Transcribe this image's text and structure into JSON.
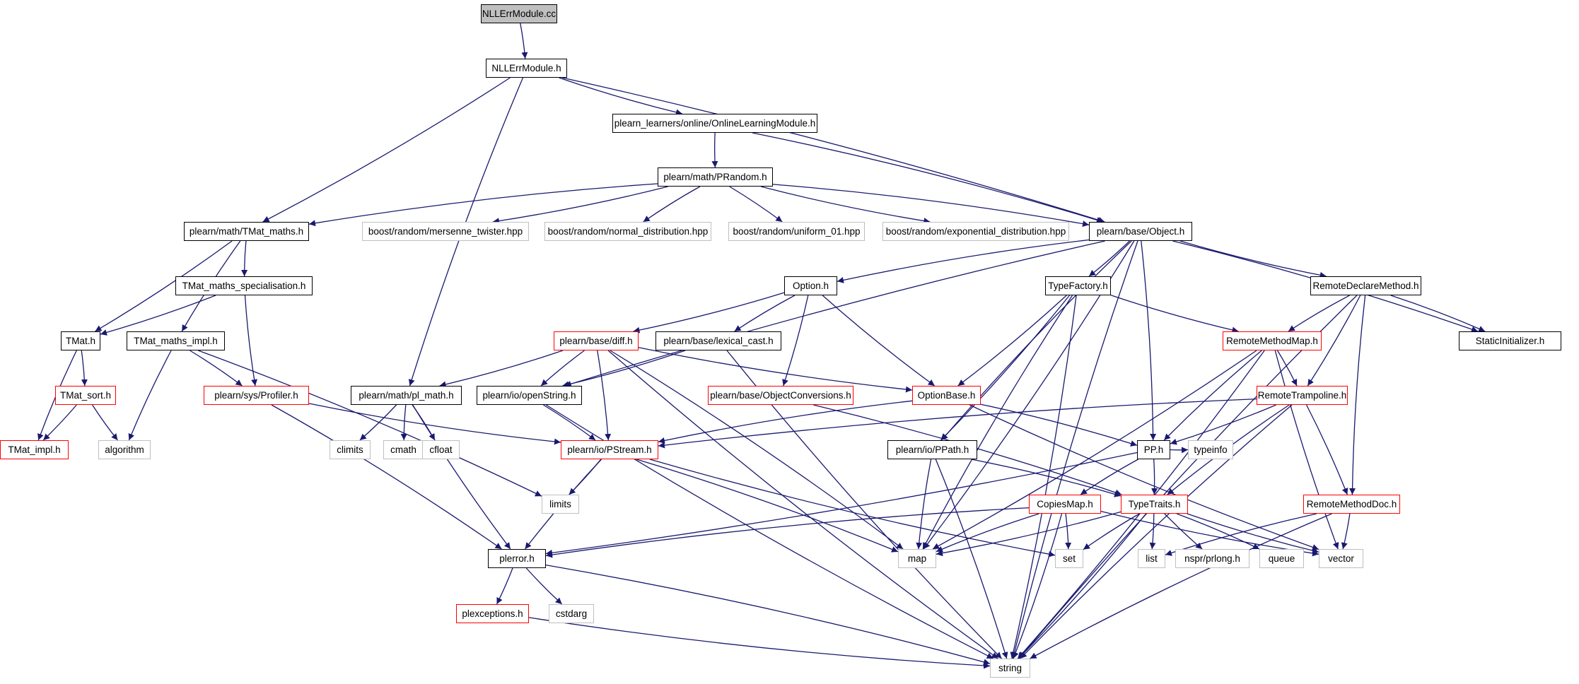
{
  "graph": {
    "edge_color": "#191970",
    "colors": {
      "normal": "#000000",
      "system": "#bfbfbf",
      "truncated": "#ff0000",
      "root_fill": "#bfbfbf"
    },
    "nodes": [
      {
        "id": "n_cc",
        "label": "NLLErrModule.cc",
        "kind": "root"
      },
      {
        "id": "n_h",
        "label": "NLLErrModule.h",
        "kind": "normal"
      },
      {
        "id": "n_olm",
        "label": "plearn_learners/online/OnlineLearningModule.h",
        "kind": "normal"
      },
      {
        "id": "n_prand",
        "label": "plearn/math/PRandom.h",
        "kind": "normal"
      },
      {
        "id": "n_tmath",
        "label": "plearn/math/TMat_maths.h",
        "kind": "normal"
      },
      {
        "id": "n_mt",
        "label": "boost/random/mersenne_twister.hpp",
        "kind": "system"
      },
      {
        "id": "n_nd",
        "label": "boost/random/normal_distribution.hpp",
        "kind": "system"
      },
      {
        "id": "n_u01",
        "label": "boost/random/uniform_01.hpp",
        "kind": "system"
      },
      {
        "id": "n_ed",
        "label": "boost/random/exponential_distribution.hpp",
        "kind": "system"
      },
      {
        "id": "n_obj",
        "label": "plearn/base/Object.h",
        "kind": "normal"
      },
      {
        "id": "n_tms",
        "label": "TMat_maths_specialisation.h",
        "kind": "normal"
      },
      {
        "id": "n_opt",
        "label": "Option.h",
        "kind": "normal"
      },
      {
        "id": "n_tf",
        "label": "TypeFactory.h",
        "kind": "normal"
      },
      {
        "id": "n_rdm",
        "label": "RemoteDeclareMethod.h",
        "kind": "normal"
      },
      {
        "id": "n_tmat",
        "label": "TMat.h",
        "kind": "normal"
      },
      {
        "id": "n_tmi",
        "label": "TMat_maths_impl.h",
        "kind": "normal"
      },
      {
        "id": "n_diff",
        "label": "plearn/base/diff.h",
        "kind": "truncated"
      },
      {
        "id": "n_lc",
        "label": "plearn/base/lexical_cast.h",
        "kind": "normal"
      },
      {
        "id": "n_rmm",
        "label": "RemoteMethodMap.h",
        "kind": "truncated"
      },
      {
        "id": "n_si",
        "label": "StaticInitializer.h",
        "kind": "normal"
      },
      {
        "id": "n_tsort",
        "label": "TMat_sort.h",
        "kind": "truncated"
      },
      {
        "id": "n_prof",
        "label": "plearn/sys/Profiler.h",
        "kind": "truncated"
      },
      {
        "id": "n_plm",
        "label": "plearn/math/pl_math.h",
        "kind": "normal"
      },
      {
        "id": "n_os",
        "label": "plearn/io/openString.h",
        "kind": "normal"
      },
      {
        "id": "n_oc",
        "label": "plearn/base/ObjectConversions.h",
        "kind": "truncated"
      },
      {
        "id": "n_ob",
        "label": "OptionBase.h",
        "kind": "truncated"
      },
      {
        "id": "n_rt",
        "label": "RemoteTrampoline.h",
        "kind": "truncated"
      },
      {
        "id": "n_timpl",
        "label": "TMat_impl.h",
        "kind": "truncated"
      },
      {
        "id": "n_alg",
        "label": "algorithm",
        "kind": "system"
      },
      {
        "id": "n_climits",
        "label": "climits",
        "kind": "system"
      },
      {
        "id": "n_cmath",
        "label": "cmath",
        "kind": "system"
      },
      {
        "id": "n_cfloat",
        "label": "cfloat",
        "kind": "system"
      },
      {
        "id": "n_ps",
        "label": "plearn/io/PStream.h",
        "kind": "truncated"
      },
      {
        "id": "n_pp_path",
        "label": "plearn/io/PPath.h",
        "kind": "normal"
      },
      {
        "id": "n_pp",
        "label": "PP.h",
        "kind": "normal"
      },
      {
        "id": "n_typeinfo",
        "label": "typeinfo",
        "kind": "system"
      },
      {
        "id": "n_limits",
        "label": "limits",
        "kind": "system"
      },
      {
        "id": "n_cm",
        "label": "CopiesMap.h",
        "kind": "truncated"
      },
      {
        "id": "n_tt",
        "label": "TypeTraits.h",
        "kind": "truncated"
      },
      {
        "id": "n_rmd",
        "label": "RemoteMethodDoc.h",
        "kind": "truncated"
      },
      {
        "id": "n_plerr",
        "label": "plerror.h",
        "kind": "normal"
      },
      {
        "id": "n_map",
        "label": "map",
        "kind": "system"
      },
      {
        "id": "n_set",
        "label": "set",
        "kind": "system"
      },
      {
        "id": "n_list",
        "label": "list",
        "kind": "system"
      },
      {
        "id": "n_prlong",
        "label": "nspr/prlong.h",
        "kind": "system"
      },
      {
        "id": "n_queue",
        "label": "queue",
        "kind": "system"
      },
      {
        "id": "n_vector",
        "label": "vector",
        "kind": "system"
      },
      {
        "id": "n_plex",
        "label": "plexceptions.h",
        "kind": "truncated"
      },
      {
        "id": "n_cstdarg",
        "label": "cstdarg",
        "kind": "system"
      },
      {
        "id": "n_string",
        "label": "string",
        "kind": "system"
      }
    ],
    "edges": [
      [
        "n_cc",
        "n_h"
      ],
      [
        "n_h",
        "n_olm"
      ],
      [
        "n_h",
        "n_tmath"
      ],
      [
        "n_h",
        "n_plm"
      ],
      [
        "n_h",
        "n_obj"
      ],
      [
        "n_olm",
        "n_prand"
      ],
      [
        "n_olm",
        "n_obj"
      ],
      [
        "n_prand",
        "n_tmath"
      ],
      [
        "n_prand",
        "n_mt"
      ],
      [
        "n_prand",
        "n_nd"
      ],
      [
        "n_prand",
        "n_u01"
      ],
      [
        "n_prand",
        "n_ed"
      ],
      [
        "n_prand",
        "n_obj"
      ],
      [
        "n_tmath",
        "n_tms"
      ],
      [
        "n_tmath",
        "n_tmat"
      ],
      [
        "n_tmath",
        "n_tmi"
      ],
      [
        "n_tms",
        "n_tmat"
      ],
      [
        "n_tms",
        "n_prof"
      ],
      [
        "n_tmat",
        "n_tsort"
      ],
      [
        "n_tmat",
        "n_timpl"
      ],
      [
        "n_tsort",
        "n_timpl"
      ],
      [
        "n_tsort",
        "n_alg"
      ],
      [
        "n_tmi",
        "n_prof"
      ],
      [
        "n_tmi",
        "n_alg"
      ],
      [
        "n_tmi",
        "n_limits"
      ],
      [
        "n_prof",
        "n_ps"
      ],
      [
        "n_prof",
        "n_plerr"
      ],
      [
        "n_obj",
        "n_opt"
      ],
      [
        "n_obj",
        "n_tf"
      ],
      [
        "n_obj",
        "n_rdm"
      ],
      [
        "n_obj",
        "n_si"
      ],
      [
        "n_obj",
        "n_os"
      ],
      [
        "n_obj",
        "n_map"
      ],
      [
        "n_obj",
        "n_pp_path"
      ],
      [
        "n_obj",
        "n_pp"
      ],
      [
        "n_obj",
        "n_string"
      ],
      [
        "n_opt",
        "n_diff"
      ],
      [
        "n_opt",
        "n_lc"
      ],
      [
        "n_opt",
        "n_oc"
      ],
      [
        "n_opt",
        "n_ob"
      ],
      [
        "n_diff",
        "n_plm"
      ],
      [
        "n_diff",
        "n_os"
      ],
      [
        "n_diff",
        "n_ps"
      ],
      [
        "n_diff",
        "n_ob"
      ],
      [
        "n_diff",
        "n_map"
      ],
      [
        "n_diff",
        "n_string"
      ],
      [
        "n_lc",
        "n_os"
      ],
      [
        "n_lc",
        "n_string"
      ],
      [
        "n_plm",
        "n_climits"
      ],
      [
        "n_plm",
        "n_cmath"
      ],
      [
        "n_plm",
        "n_cfloat"
      ],
      [
        "n_plm",
        "n_plerr"
      ],
      [
        "n_os",
        "n_ps"
      ],
      [
        "n_os",
        "n_string"
      ],
      [
        "n_oc",
        "n_tt"
      ],
      [
        "n_ob",
        "n_ps"
      ],
      [
        "n_ob",
        "n_pp"
      ],
      [
        "n_ob",
        "n_vector"
      ],
      [
        "n_tf",
        "n_ob"
      ],
      [
        "n_tf",
        "n_rmm"
      ],
      [
        "n_tf",
        "n_pp_path"
      ],
      [
        "n_tf",
        "n_map"
      ],
      [
        "n_tf",
        "n_string"
      ],
      [
        "n_rdm",
        "n_rmm"
      ],
      [
        "n_rdm",
        "n_rt"
      ],
      [
        "n_rdm",
        "n_rmd"
      ],
      [
        "n_rdm",
        "n_si"
      ],
      [
        "n_rdm",
        "n_string"
      ],
      [
        "n_rmm",
        "n_rt"
      ],
      [
        "n_rmm",
        "n_pp"
      ],
      [
        "n_rmm",
        "n_map"
      ],
      [
        "n_rmm",
        "n_vector"
      ],
      [
        "n_rmm",
        "n_string"
      ],
      [
        "n_rt",
        "n_ps"
      ],
      [
        "n_rt",
        "n_pp"
      ],
      [
        "n_rt",
        "n_tt"
      ],
      [
        "n_rt",
        "n_rmd"
      ],
      [
        "n_rt",
        "n_string"
      ],
      [
        "n_ps",
        "n_limits"
      ],
      [
        "n_ps",
        "n_plerr"
      ],
      [
        "n_ps",
        "n_map"
      ],
      [
        "n_ps",
        "n_set"
      ],
      [
        "n_pp_path",
        "n_tt"
      ],
      [
        "n_pp_path",
        "n_map"
      ],
      [
        "n_pp_path",
        "n_string"
      ],
      [
        "n_pp",
        "n_cm"
      ],
      [
        "n_pp",
        "n_tt"
      ],
      [
        "n_pp",
        "n_typeinfo"
      ],
      [
        "n_pp",
        "n_plerr"
      ],
      [
        "n_cm",
        "n_map"
      ],
      [
        "n_cm",
        "n_set"
      ],
      [
        "n_cm",
        "n_vector"
      ],
      [
        "n_cm",
        "n_string"
      ],
      [
        "n_cm",
        "n_plerr"
      ],
      [
        "n_tt",
        "n_map"
      ],
      [
        "n_tt",
        "n_set"
      ],
      [
        "n_tt",
        "n_list"
      ],
      [
        "n_tt",
        "n_prlong"
      ],
      [
        "n_tt",
        "n_queue"
      ],
      [
        "n_tt",
        "n_vector"
      ],
      [
        "n_tt",
        "n_string"
      ],
      [
        "n_rmd",
        "n_list"
      ],
      [
        "n_rmd",
        "n_vector"
      ],
      [
        "n_rmd",
        "n_string"
      ],
      [
        "n_plerr",
        "n_plex"
      ],
      [
        "n_plerr",
        "n_cstdarg"
      ],
      [
        "n_plerr",
        "n_string"
      ],
      [
        "n_plex",
        "n_string"
      ]
    ]
  }
}
